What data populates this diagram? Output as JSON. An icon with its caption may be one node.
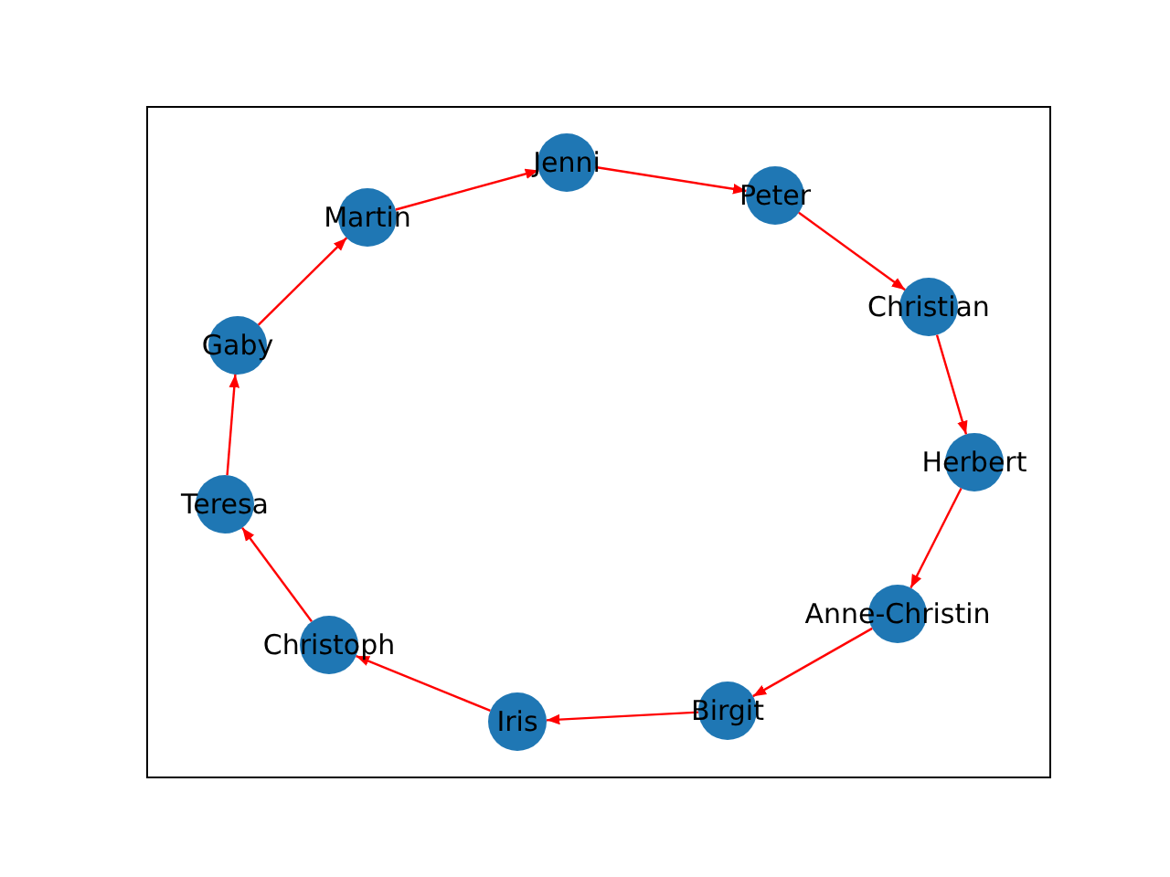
{
  "diagram": {
    "nodes": [
      {
        "text": [
          "Jenni"
        ]
      },
      {
        "text": [
          "Martin"
        ]
      },
      {
        "text": [
          "Peter"
        ]
      },
      {
        "text": [
          "Gaby"
        ]
      },
      {
        "text": [
          "Christian"
        ]
      },
      {
        "text": [
          "Teresa"
        ]
      },
      {
        "text": [
          "Herbert"
        ]
      },
      {
        "text": [
          "Anne-Christin"
        ]
      },
      {
        "text": [
          "Christoph"
        ]
      },
      {
        "text": [
          "Birgit"
        ]
      },
      {
        "text": [
          "Iris"
        ]
      }
    ],
    "edges": [
      {
        "from": 3,
        "to": 1,
        "arrow": "to"
      },
      {
        "from": 1,
        "to": 0,
        "arrow": "to"
      },
      {
        "from": 0,
        "to": 2,
        "arrow": "to"
      },
      {
        "from": 2,
        "to": 4,
        "arrow": "to"
      },
      {
        "from": 4,
        "to": 6,
        "arrow": "to"
      },
      {
        "from": 6,
        "to": 7,
        "arrow": "to"
      },
      {
        "from": 7,
        "to": 9,
        "arrow": "to"
      },
      {
        "from": 9,
        "to": 10,
        "arrow": "to"
      },
      {
        "from": 10,
        "to": 8,
        "arrow": "to"
      },
      {
        "from": 8,
        "to": 5,
        "arrow": "to"
      },
      {
        "from": 5,
        "to": 3,
        "arrow": "to"
      }
    ]
  }
}
